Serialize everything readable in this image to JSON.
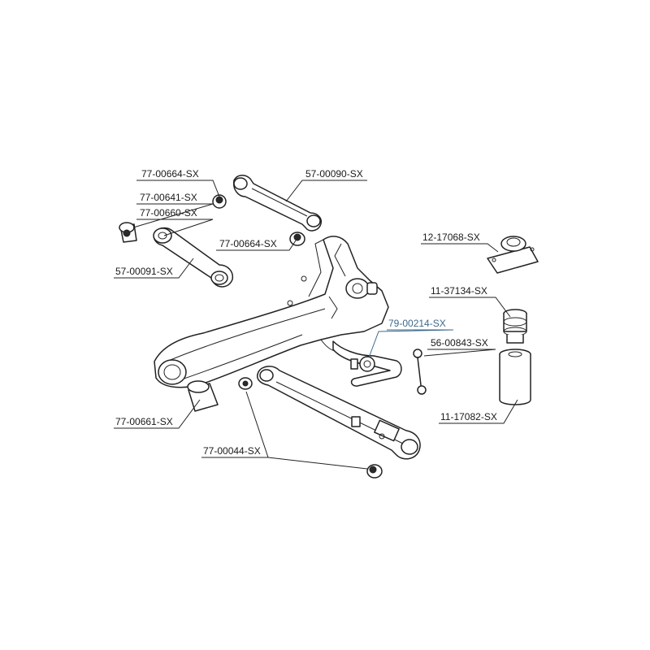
{
  "colors": {
    "line": "#222222",
    "text": "#1a1a1a",
    "highlight": "#3f6a8a"
  },
  "callouts": [
    {
      "id": "c1",
      "part_no": "77-00664-SX",
      "highlighted": false
    },
    {
      "id": "c2",
      "part_no": "77-00641-SX",
      "highlighted": false
    },
    {
      "id": "c3",
      "part_no": "77-00660-SX",
      "highlighted": false
    },
    {
      "id": "c4",
      "part_no": "57-00090-SX",
      "highlighted": false
    },
    {
      "id": "c5",
      "part_no": "77-00664-SX",
      "highlighted": false
    },
    {
      "id": "c6",
      "part_no": "57-00091-SX",
      "highlighted": false
    },
    {
      "id": "c7",
      "part_no": "12-17068-SX",
      "highlighted": false
    },
    {
      "id": "c8",
      "part_no": "11-37134-SX",
      "highlighted": false
    },
    {
      "id": "c9",
      "part_no": "79-00214-SX",
      "highlighted": true
    },
    {
      "id": "c10",
      "part_no": "56-00843-SX",
      "highlighted": false
    },
    {
      "id": "c11",
      "part_no": "77-00661-SX",
      "highlighted": false
    },
    {
      "id": "c12",
      "part_no": "11-17082-SX",
      "highlighted": false
    },
    {
      "id": "c13",
      "part_no": "77-00044-SX",
      "highlighted": false
    }
  ]
}
